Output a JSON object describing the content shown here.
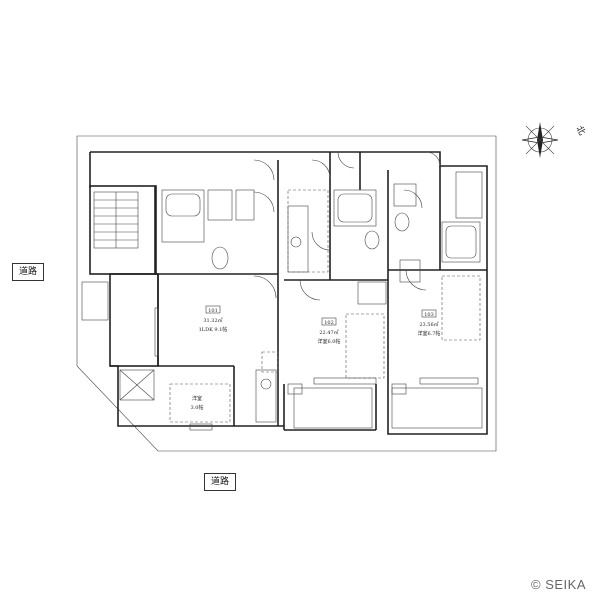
{
  "roads": {
    "left": "道路",
    "bottom": "道路"
  },
  "compass": {
    "north_label": "北"
  },
  "units": [
    {
      "number": "101",
      "area": "31.32㎡",
      "layout": "1LDK 9.1帖"
    },
    {
      "number": "102",
      "area": "22.47㎡",
      "layout": "洋室6.0帖"
    },
    {
      "number": "103",
      "area": "23.56㎡",
      "layout": "洋室6.7帖"
    }
  ],
  "extra_room": {
    "name": "洋室",
    "size": "3.0帖"
  },
  "watermark": "© SEIKA"
}
